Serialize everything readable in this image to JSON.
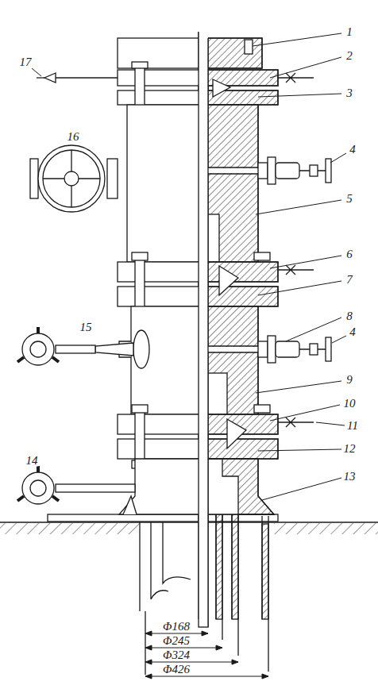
{
  "diagram": {
    "labels": [
      "1",
      "2",
      "3",
      "4",
      "5",
      "6",
      "7",
      "8",
      "4",
      "9",
      "10",
      "11",
      "12",
      "13",
      "14",
      "15",
      "16",
      "17",
      "Φ168",
      "Φ245",
      "Φ324",
      "Φ426"
    ]
  }
}
